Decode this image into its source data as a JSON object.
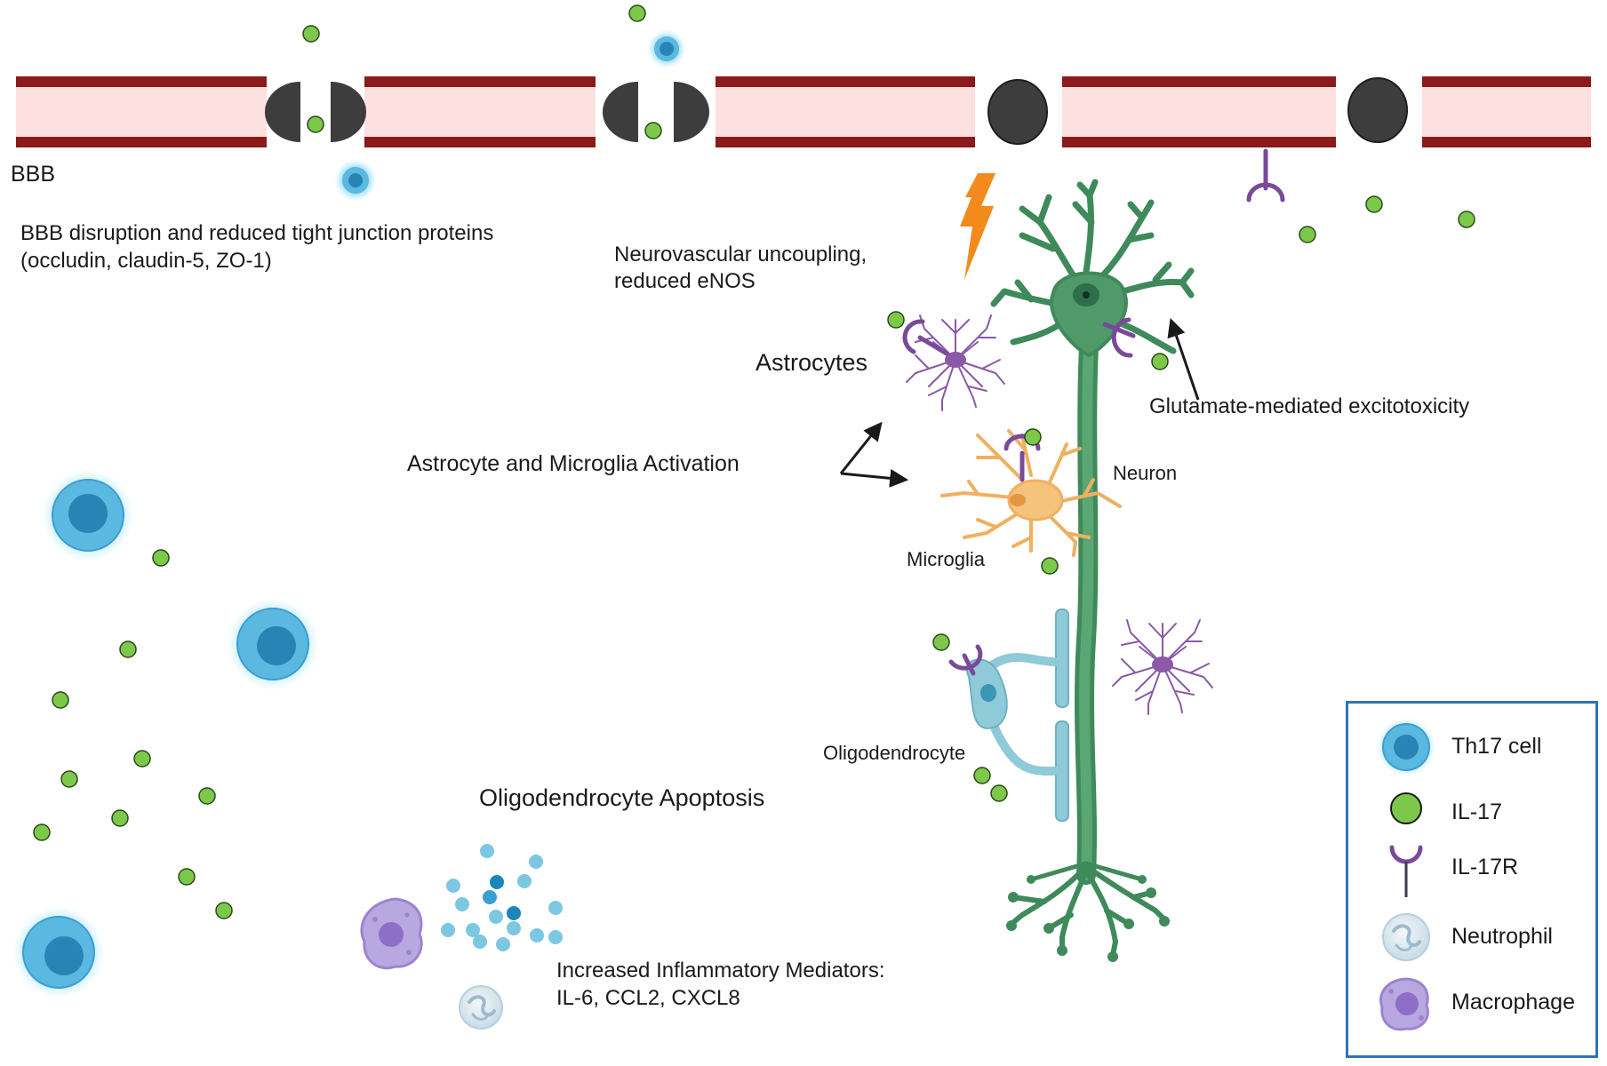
{
  "labels": {
    "bbb": "BBB",
    "bbb_disruption_line1": "BBB disruption and reduced tight junction proteins",
    "bbb_disruption_line2": "(occludin, claudin-5, ZO-1)",
    "nvu_line1": "Neurovascular uncoupling,",
    "nvu_line2": "reduced eNOS",
    "astrocytes": "Astrocytes",
    "glutamate": "Glutamate-mediated excitotoxicity",
    "activation": "Astrocyte and Microglia Activation",
    "neuron": "Neuron",
    "microglia": "Microglia",
    "oligodendrocyte": "Oligodendrocyte",
    "oligo_apoptosis": "Oligodendrocyte Apoptosis",
    "mediators_line1": "Increased Inflammatory Mediators:",
    "mediators_line2": "IL-6, CCL2, CXCL8"
  },
  "legend": {
    "items": [
      {
        "label": "Th17 cell",
        "icon": "th17-cell-icon"
      },
      {
        "label": "IL-17",
        "icon": "il17-dot-icon"
      },
      {
        "label": "IL-17R",
        "icon": "il17r-receptor-icon"
      },
      {
        "label": "Neutrophil",
        "icon": "neutrophil-icon"
      },
      {
        "label": "Macrophage",
        "icon": "macrophage-icon"
      }
    ],
    "border_color": "#2e74b5"
  },
  "colors": {
    "vessel_wall": "#8b1a1a",
    "vessel_lumen": "#fde0e0",
    "tight_junction": "#3d3d3d",
    "il17": "#7cc84a",
    "th17": "#3a9fd0",
    "neuron": "#3f8a5a",
    "astrocyte": "#8a5aa8",
    "microglia": "#f0b060",
    "oligodendrocyte": "#8fcad8",
    "lightning": "#f28a1c"
  }
}
